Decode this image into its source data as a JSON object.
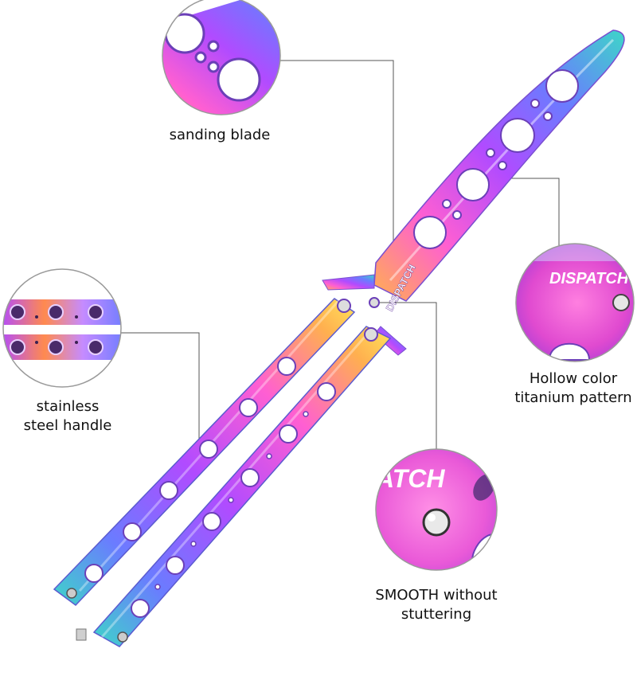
{
  "callouts": {
    "blade": {
      "label": "sanding blade"
    },
    "handle": {
      "line1": "stainless",
      "line2": "steel handle"
    },
    "hollow": {
      "line1": "Hollow color",
      "line2": "titanium pattern"
    },
    "smooth": {
      "line1": "SMOOTH without",
      "line2": "stuttering"
    }
  },
  "brand": {
    "logo_text": "DISPATCH",
    "logo_fragment": "ATCH"
  },
  "colors": {
    "background": "#ffffff",
    "callout_line": "#555555",
    "circle_border": "#9a9a9a",
    "rainbow": [
      "#3dd6c8",
      "#6a7cff",
      "#b14bff",
      "#ff5fd2",
      "#ffb04f",
      "#ffe35a"
    ]
  }
}
